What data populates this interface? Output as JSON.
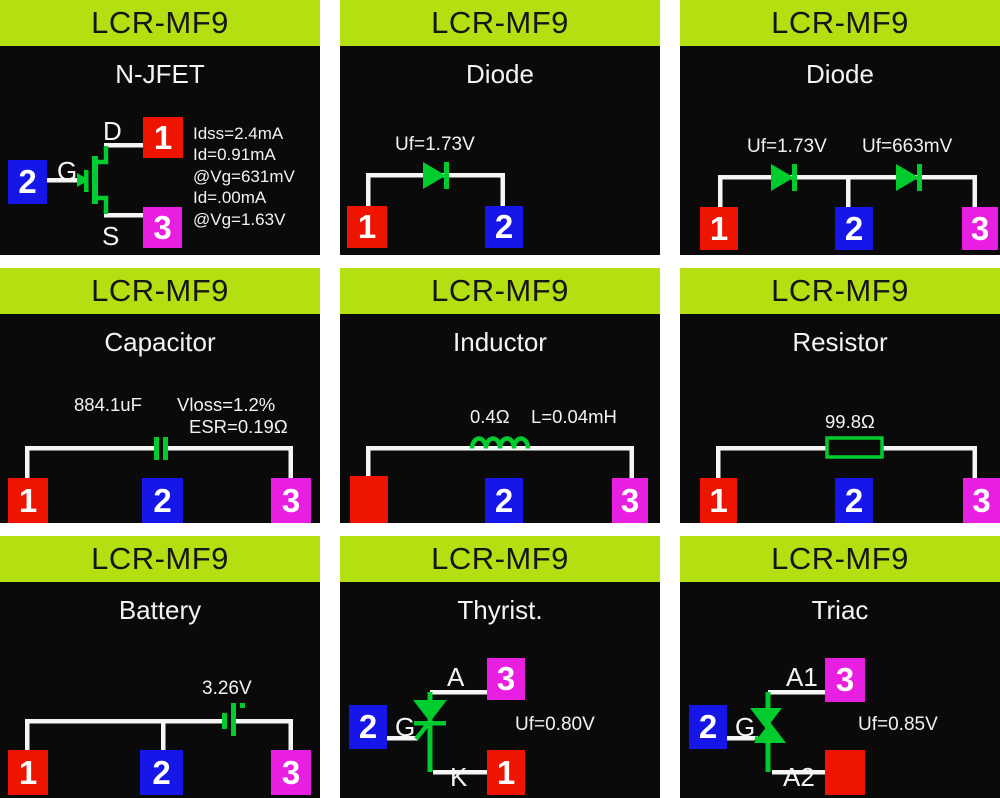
{
  "device_model": "LCR-MF9",
  "colors": {
    "header_green": "#b4e012",
    "screen_black": "#0a0a0a",
    "terminal_red": "#ee1400",
    "terminal_blue": "#1616e8",
    "terminal_magenta": "#e81ee0",
    "symbol_green": "#00cc2e",
    "wire_white": "#f5f5f5"
  },
  "panels": [
    {
      "header": "LCR-MF9",
      "name": "N-JFET",
      "pins": {
        "drain": "D",
        "gate": "G",
        "source": "S"
      },
      "terminals": {
        "t1": "1",
        "t2": "2",
        "t3": "3"
      },
      "values": [
        "Idss=2.4mA",
        "Id=0.91mA",
        "@Vg=631mV",
        "Id=.00mA",
        "@Vg=1.63V"
      ]
    },
    {
      "header": "LCR-MF9",
      "name": "Diode",
      "labels": {
        "uf": "Uf=1.73V"
      },
      "terminals": {
        "t1": "1",
        "t2": "2"
      }
    },
    {
      "header": "LCR-MF9",
      "name": "Diode",
      "labels": {
        "uf1": "Uf=1.73V",
        "uf2": "Uf=663mV"
      },
      "terminals": {
        "t1": "1",
        "t2": "2",
        "t3": "3"
      }
    },
    {
      "header": "LCR-MF9",
      "name": "Capacitor",
      "labels": {
        "capacitance": "884.1uF",
        "vloss": "Vloss=1.2%",
        "esr": "ESR=0.19Ω"
      },
      "terminals": {
        "t1": "1",
        "t2": "2",
        "t3": "3"
      }
    },
    {
      "header": "LCR-MF9",
      "name": "Inductor",
      "labels": {
        "resistance": "0.4Ω",
        "inductance": "L=0.04mH"
      },
      "terminals": {
        "t1": "",
        "t2": "2",
        "t3": "3"
      }
    },
    {
      "header": "LCR-MF9",
      "name": "Resistor",
      "labels": {
        "resistance": "99.8Ω"
      },
      "terminals": {
        "t1": "1",
        "t2": "2",
        "t3": "3"
      }
    },
    {
      "header": "LCR-MF9",
      "name": "Battery",
      "labels": {
        "voltage": "3.26V"
      },
      "terminals": {
        "t1": "1",
        "t2": "2",
        "t3": "3"
      }
    },
    {
      "header": "LCR-MF9",
      "name": "Thyrist.",
      "pins": {
        "anode": "A",
        "gate": "G",
        "cathode": "K"
      },
      "labels": {
        "uf": "Uf=0.80V"
      },
      "terminals": {
        "t1": "1",
        "t2": "2",
        "t3": "3"
      }
    },
    {
      "header": "LCR-MF9",
      "name": "Triac",
      "pins": {
        "a1": "A1",
        "gate": "G",
        "a2": "A2"
      },
      "labels": {
        "uf": "Uf=0.85V"
      },
      "terminals": {
        "t2": "2",
        "t3": "3"
      }
    }
  ]
}
